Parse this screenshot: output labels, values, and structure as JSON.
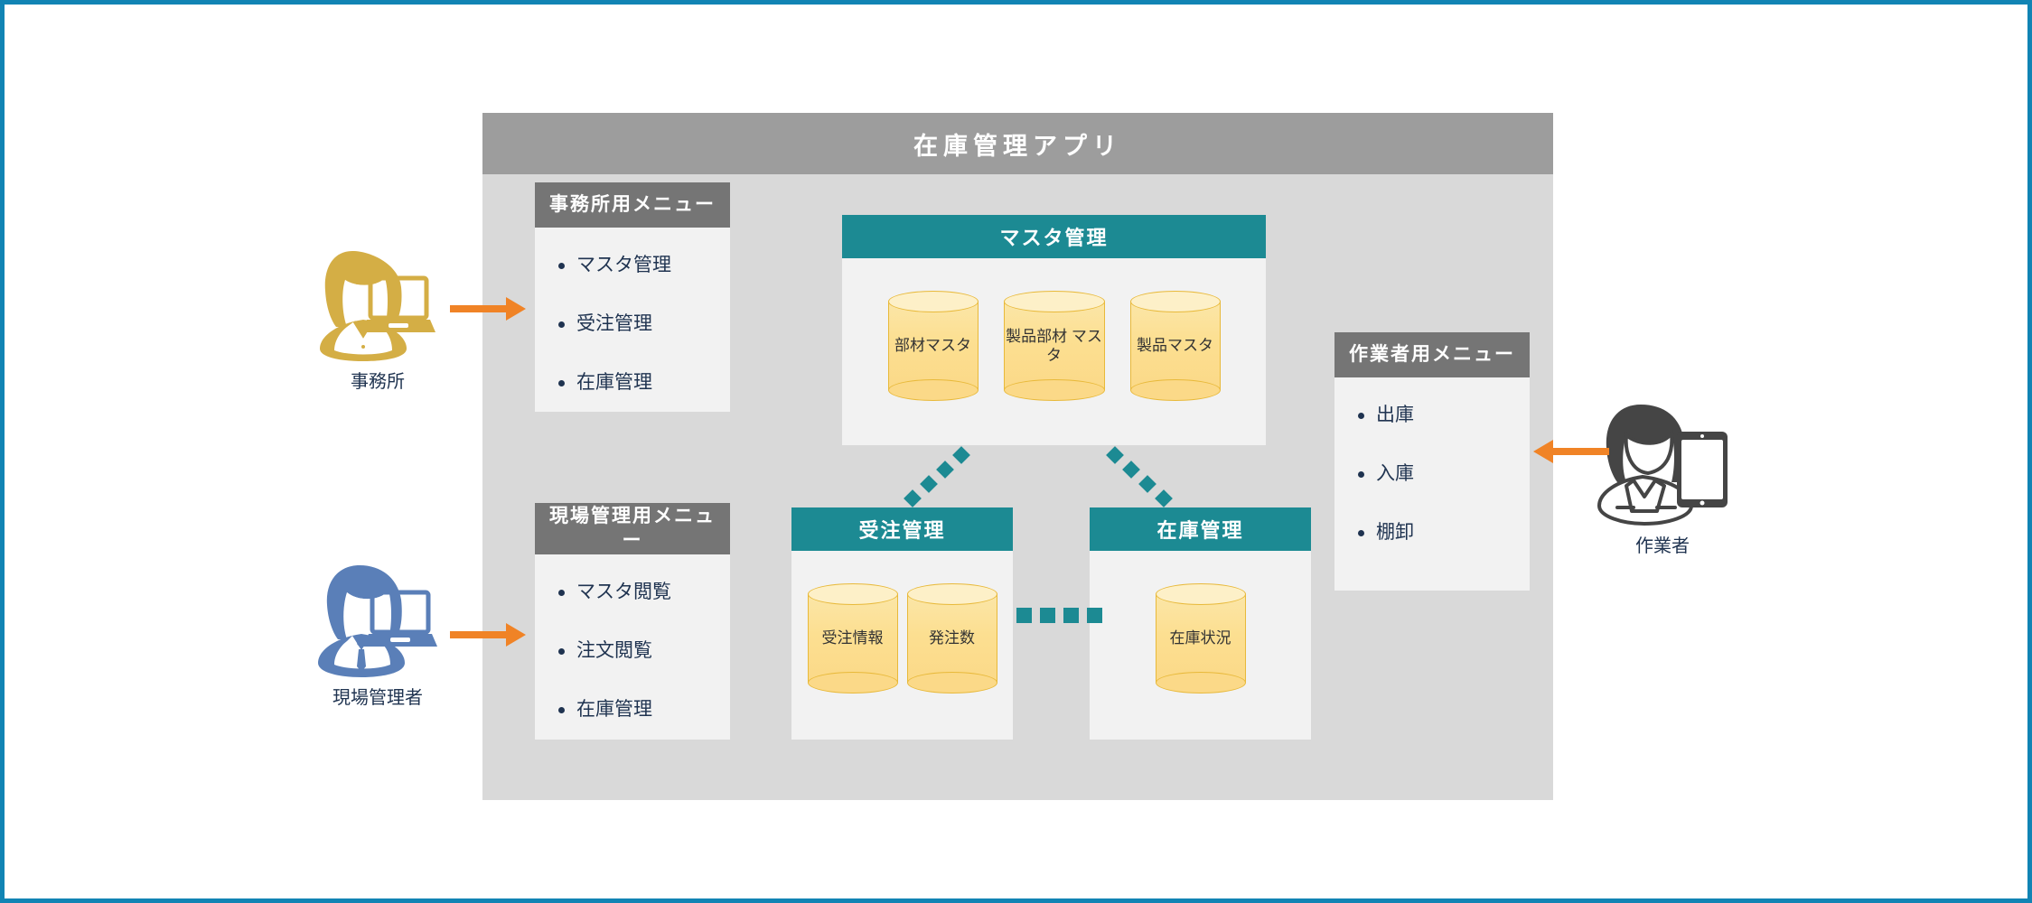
{
  "app": {
    "title": "在庫管理アプリ"
  },
  "menus": {
    "office": {
      "title": "事務所用メニュー",
      "items": [
        "マスタ管理",
        "受注管理",
        "在庫管理"
      ]
    },
    "field": {
      "title": "現場管理用メニュー",
      "items": [
        "マスタ閲覧",
        "注文閲覧",
        "在庫管理"
      ]
    },
    "worker": {
      "title": "作業者用メニュー",
      "items": [
        "出庫",
        "入庫",
        "棚卸"
      ]
    }
  },
  "modules": {
    "master": {
      "title": "マスタ管理",
      "stores": [
        "部材マスタ",
        "製品部材\nマスタ",
        "製品マスタ"
      ]
    },
    "order": {
      "title": "受注管理",
      "stores": [
        "受注情報",
        "発注数"
      ]
    },
    "stock": {
      "title": "在庫管理",
      "stores": [
        "在庫状況"
      ]
    }
  },
  "actors": [
    {
      "id": "office",
      "label": "事務所",
      "icon": "office-worker-laptop-icon",
      "color": "#d4ae45",
      "direction": "right"
    },
    {
      "id": "field",
      "label": "現場管理者",
      "icon": "field-manager-laptop-icon",
      "color": "#5a7fb8",
      "direction": "right"
    },
    {
      "id": "worker",
      "label": "作業者",
      "icon": "worker-tablet-icon",
      "color": "#454545",
      "direction": "left"
    }
  ],
  "colors": {
    "frame": "#1184b4",
    "app_background": "#d9d9d9",
    "titlebar": "#9d9d9d",
    "menu_header": "#757575",
    "panel_body": "#f2f2f2",
    "module_header": "#1c8a93",
    "cylinder_fill": "#fcdf91",
    "cylinder_stroke": "#e8b93a",
    "arrow": "#f08326",
    "text_dark": "#1f3350"
  }
}
